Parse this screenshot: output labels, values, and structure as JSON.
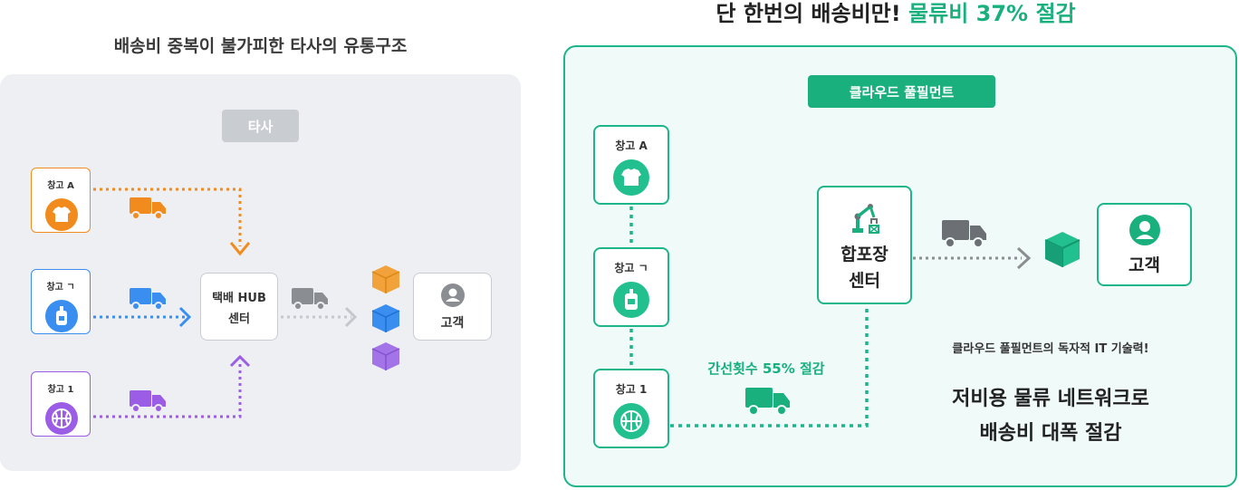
{
  "left": {
    "title": "배송비 중복이 불가피한 타사의 유통구조",
    "tag": "타사",
    "warehouses": [
      {
        "label": "창고 A",
        "icon": "shirt-icon",
        "color": "#f28b1e"
      },
      {
        "label": "창고 ㄱ",
        "icon": "bottle-icon",
        "color": "#3a8ef0"
      },
      {
        "label": "창고 1",
        "icon": "basketball-icon",
        "color": "#9b5de5"
      }
    ],
    "hub_line1": "택배 HUB",
    "hub_line2": "센터",
    "customer": "고객",
    "box_colors": [
      "#f2a23a",
      "#3a8ef0",
      "#a374e8"
    ]
  },
  "right": {
    "title_main": "단 한번의 배송비만!",
    "title_highlight": "물류비 37% 절감",
    "tag": "클라우드 풀필먼트",
    "warehouses": [
      {
        "label": "창고 A",
        "icon": "shirt-icon"
      },
      {
        "label": "창고 ㄱ",
        "icon": "bottle-icon"
      },
      {
        "label": "창고 1",
        "icon": "basketball-icon"
      }
    ],
    "packing_line1": "합포장",
    "packing_line2": "센터",
    "customer": "고객",
    "trunk_text": "간선횟수 55% 절감",
    "tech_text": "클라우드 풀필먼트의 독자적 IT 기술력!",
    "headline_line1": "저비용 물류 네트워크로",
    "headline_line2": "배송비 대폭 절감",
    "accent": "#19b07e"
  }
}
